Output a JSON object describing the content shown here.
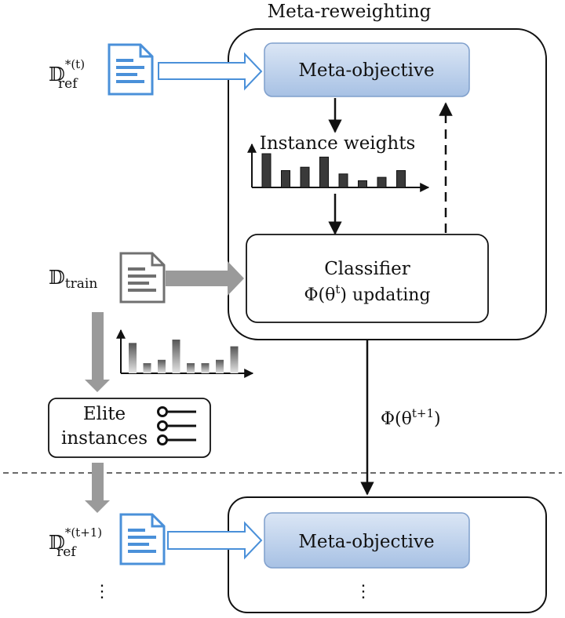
{
  "title": "Meta-reweighting",
  "meta_objective_top": "Meta-objective",
  "meta_objective_bottom": "Meta-objective",
  "instance_weights": "Instance weights",
  "classifier": {
    "line1": "Classifier",
    "phi": "Φ(θ",
    "sup": "t",
    "rest": ") updating"
  },
  "elite": {
    "line1": "Elite",
    "line2": "instances"
  },
  "phi_next": {
    "phi": "Φ(θ",
    "sup": "t+1",
    "close": ")"
  },
  "d_ref_t": {
    "base": "𝔻",
    "sup": "*(t)",
    "sub": "ref"
  },
  "d_train": {
    "base": "𝔻",
    "sub": "train"
  },
  "d_ref_t1": {
    "base": "𝔻",
    "sup": "*(t+1)",
    "sub": "ref"
  },
  "ellipsis": "⋮",
  "colors": {
    "blue_doc": "#4a90d9",
    "gray_doc": "#707070",
    "meta_box_top": "#dbe6f5",
    "meta_box_bottom": "#a7c1e4",
    "meta_box_border": "#7f9fcc",
    "arrow_gray": "#9a9a9a"
  },
  "chart_data": [
    {
      "type": "bar",
      "title": "Instance weights",
      "values": [
        10,
        5,
        6,
        9,
        4,
        2,
        3,
        5
      ],
      "style": "dark"
    },
    {
      "type": "bar",
      "values": [
        9,
        3,
        4,
        10,
        3,
        3,
        4,
        8
      ],
      "style": "gradient"
    }
  ]
}
